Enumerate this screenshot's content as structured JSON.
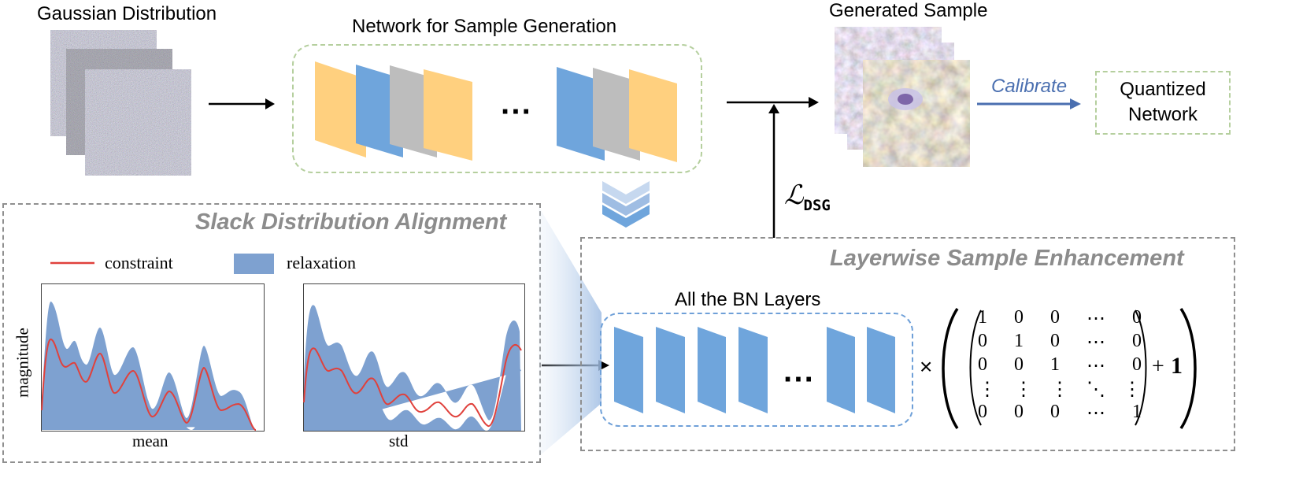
{
  "gaussian": {
    "label": "Gaussian Distribution"
  },
  "network": {
    "label": "Network for Sample Generation",
    "ellipsis": "···"
  },
  "generated": {
    "label": "Generated Sample"
  },
  "calibrate": {
    "label": "Calibrate"
  },
  "quantized": {
    "line1": "Quantized",
    "line2": "Network"
  },
  "loss": {
    "symbol": "ℒ",
    "subscript": "DSG"
  },
  "sda": {
    "title": "Slack Distribution Alignment",
    "legend_constraint": "constraint",
    "legend_relaxation": "relaxation",
    "ylabel": "magnitude",
    "xlabel_mean": "mean",
    "xlabel_std": "std"
  },
  "lse": {
    "title": "Layerwise Sample Enhancement",
    "bn_label": "All the BN Layers",
    "ellipsis": "···",
    "times": "×",
    "plus": "+",
    "one": "1",
    "matrix": [
      [
        "1",
        "0",
        "0",
        "⋯",
        "0"
      ],
      [
        "0",
        "1",
        "0",
        "⋯",
        "0"
      ],
      [
        "0",
        "0",
        "1",
        "⋯",
        "0"
      ],
      [
        "⋮",
        "⋮",
        "⋮",
        "⋱",
        "⋮"
      ],
      [
        "0",
        "0",
        "0",
        "⋯",
        "1"
      ]
    ]
  },
  "colors": {
    "orange": "#ffd07f",
    "blue": "#6fa5dc",
    "gray": "#bdbdbd",
    "calibrate_blue": "#4a6fb0",
    "red": "#e0413c",
    "band": "#7ea1d0"
  }
}
